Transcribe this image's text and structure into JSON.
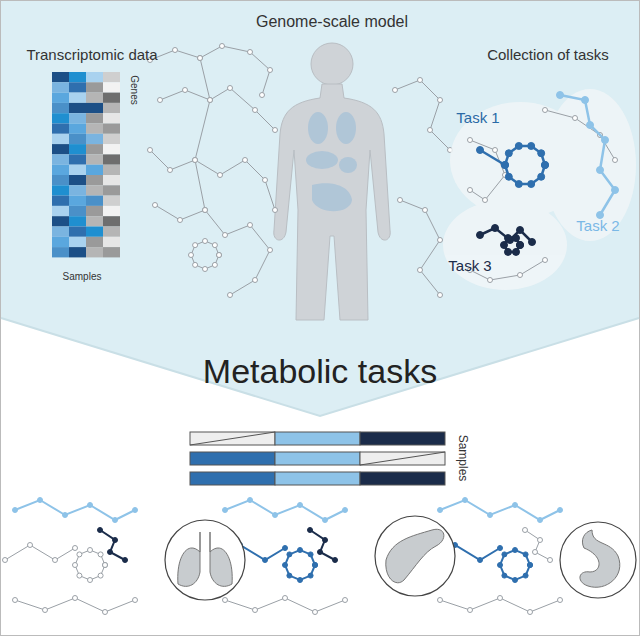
{
  "diagram": {
    "title": "Metabolic tasks",
    "labels": [
      "Genome-scale model",
      "Transcriptomic data",
      "Genes",
      "Samples",
      "Collection of tasks",
      "Task 1",
      "Task 2",
      "Task 3",
      "Samples"
    ]
  }
}
